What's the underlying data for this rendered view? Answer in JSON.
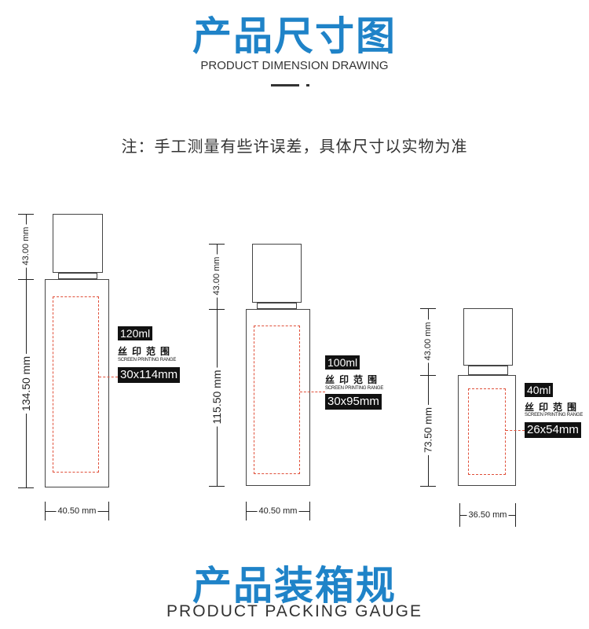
{
  "header": {
    "title_cn": "产品尺寸图",
    "title_en": "PRODUCT DIMENSION DRAWING",
    "note": "注：手工测量有些许误差，具体尺寸以实物为准"
  },
  "bottles": [
    {
      "volume": "120ml",
      "print_range_cn": "丝印范围",
      "print_range_en": "SCREEN PRINTING RANGE",
      "print_size": "30x114mm",
      "cap_height": "43.00 mm",
      "body_height": "134.50 mm",
      "width": "40.50 mm"
    },
    {
      "volume": "100ml",
      "print_range_cn": "丝印范围",
      "print_range_en": "SCREEN PRINTING RANGE",
      "print_size": "30x95mm",
      "cap_height": "43.00 mm",
      "body_height": "115.50 mm",
      "width": "40.50 mm"
    },
    {
      "volume": "40ml",
      "print_range_cn": "丝印范围",
      "print_range_en": "SCREEN PRINTING RANGE",
      "print_size": "26x54mm",
      "cap_height": "43.00 mm",
      "body_height": "73.50 mm",
      "width": "36.50 mm"
    }
  ],
  "footer": {
    "title_cn": "产品装箱规",
    "title_en": "PRODUCT PACKING GAUGE"
  },
  "colors": {
    "accent": "#1f83c8",
    "dashed": "#e0503a"
  }
}
